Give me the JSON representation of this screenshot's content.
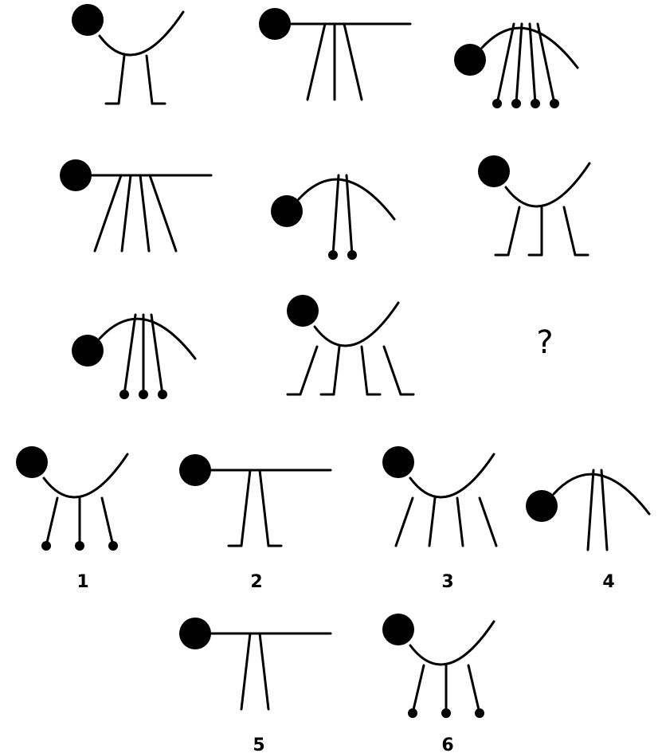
{
  "colors": {
    "ink": "#000000",
    "paper": "#ffffff"
  },
  "matrix": {
    "rows": [
      [
        {
          "body": "arc-up",
          "legs": 2,
          "feet": "bent"
        },
        {
          "body": "flat",
          "legs": 3,
          "feet": "none"
        },
        {
          "body": "arc-down",
          "legs": 4,
          "feet": "dot"
        }
      ],
      [
        {
          "body": "flat",
          "legs": 4,
          "feet": "none"
        },
        {
          "body": "arc-down",
          "legs": 2,
          "feet": "dot"
        },
        {
          "body": "arc-up",
          "legs": 3,
          "feet": "bent"
        }
      ],
      [
        {
          "body": "arc-down",
          "legs": 3,
          "feet": "dot"
        },
        {
          "body": "arc-up",
          "legs": 4,
          "feet": "bent"
        },
        {
          "missing": true
        }
      ]
    ],
    "missing_mark": "?"
  },
  "options": [
    {
      "label": "1",
      "body": "arc-up",
      "legs": 3,
      "feet": "dot"
    },
    {
      "label": "2",
      "body": "flat",
      "legs": 2,
      "feet": "bent"
    },
    {
      "label": "3",
      "body": "arc-up",
      "legs": 4,
      "feet": "none"
    },
    {
      "label": "4",
      "body": "arc-down",
      "legs": 2,
      "feet": "none"
    },
    {
      "label": "5",
      "body": "flat",
      "legs": 2,
      "feet": "none"
    },
    {
      "label": "6",
      "body": "arc-up",
      "legs": 3,
      "feet": "dot"
    }
  ]
}
